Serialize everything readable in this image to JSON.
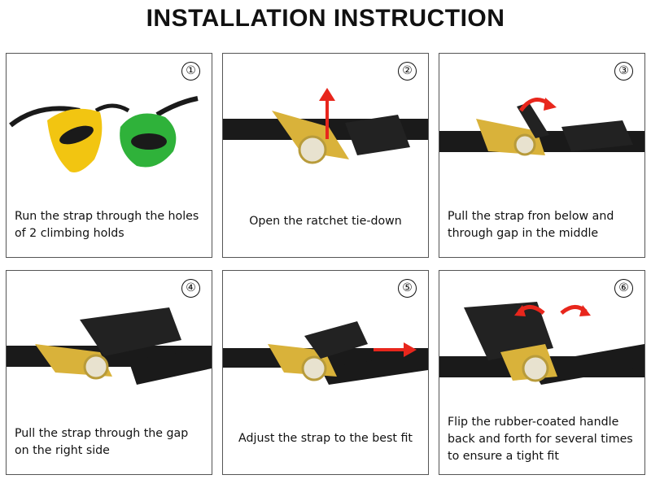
{
  "title": "INSTALLATION INSTRUCTION",
  "steps": [
    {
      "number": "①",
      "caption": "Run the strap through the holes of 2 climbing holds"
    },
    {
      "number": "②",
      "caption": "Open the ratchet tie-down"
    },
    {
      "number": "③",
      "caption": "Pull the strap fron below and through gap in the middle"
    },
    {
      "number": "④",
      "caption": "Pull the strap through the gap on the right side"
    },
    {
      "number": "⑤",
      "caption": "Adjust the strap to the best fit"
    },
    {
      "number": "⑥",
      "caption": "Flip the rubber-coated handle back and forth for several times to ensure a tight fit"
    }
  ],
  "colors": {
    "strap": "#1a1a1a",
    "buckle": "#d9b23a",
    "arrow": "#e8261c",
    "hold_yellow": "#f2c511",
    "hold_green": "#2fb23a"
  }
}
